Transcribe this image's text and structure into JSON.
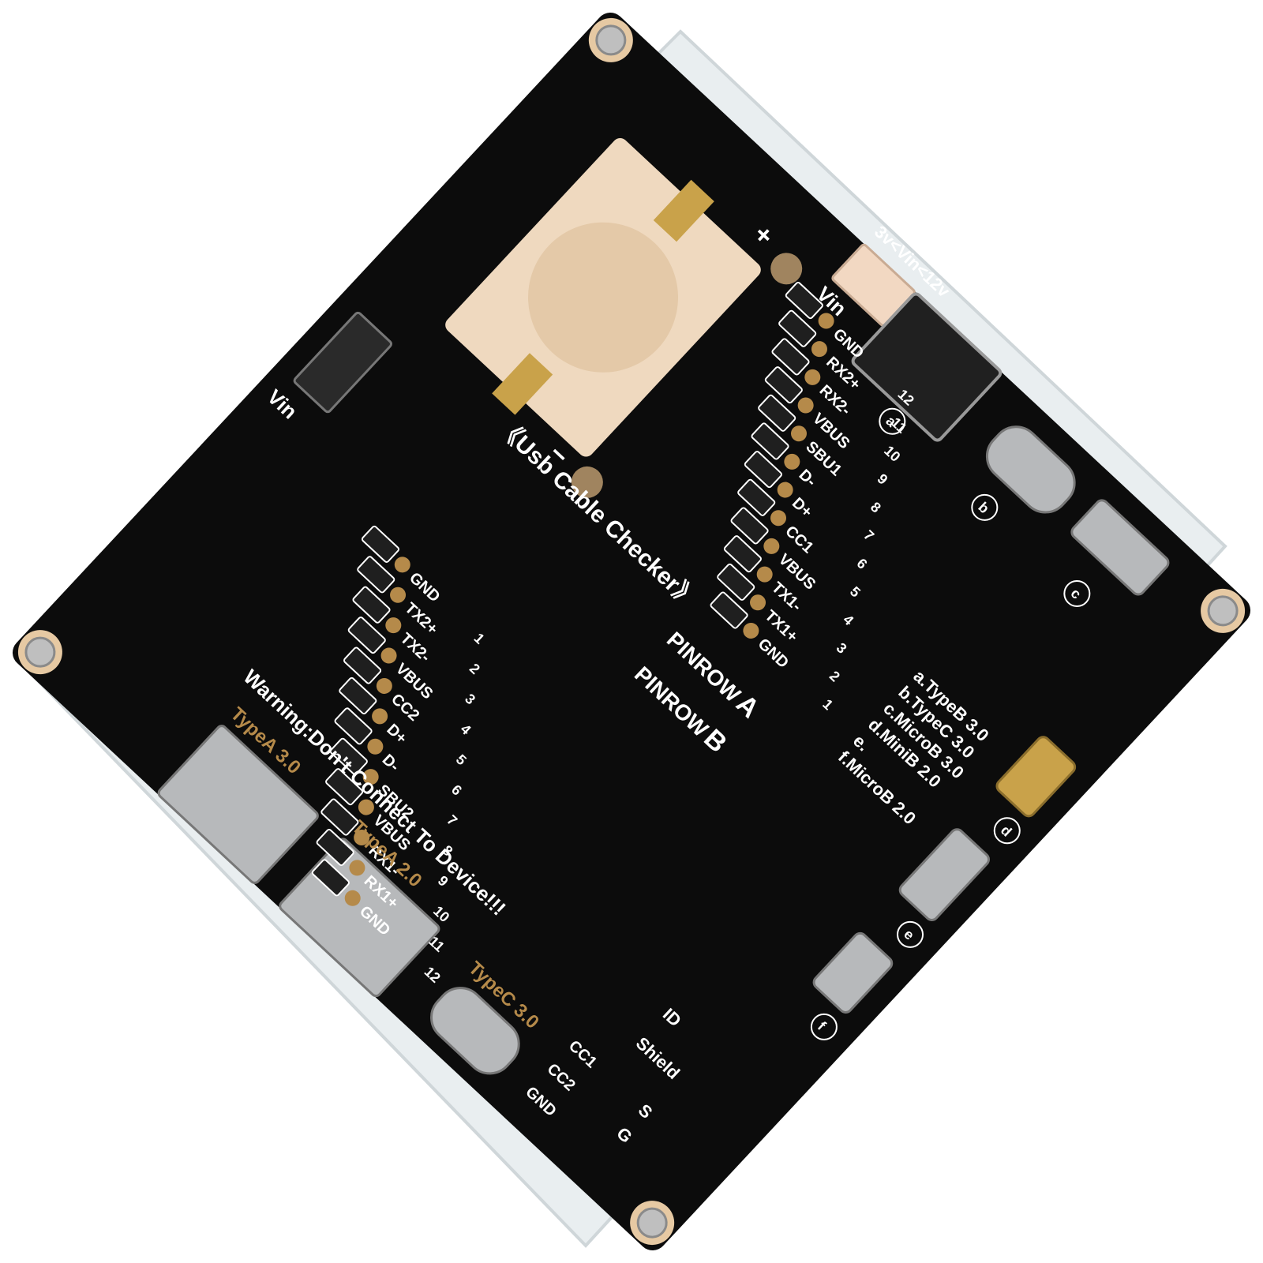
{
  "board": {
    "colors": {
      "pcb": "#0c0c0c",
      "silk": "#ffffff",
      "gold": "#c9a24a",
      "acrylic": "#e9eef0",
      "silver": "#b7b9bb",
      "holder": "#efd9bf"
    },
    "title": "《Usb Cable Checker》",
    "vin_range": "3v<Vin<12v",
    "vin_top": "Vin",
    "vin_switch": "Vin",
    "plus": "+",
    "minus": "−",
    "warning": "Warning:Don't Connect To Device!!!",
    "pinrow_a": {
      "label": "PINROW",
      "letter": "A"
    },
    "pinrow_b": {
      "label": "PINROW",
      "letter": "B"
    },
    "pins_a": [
      {
        "num": "1",
        "name": "GND"
      },
      {
        "num": "2",
        "name": "TX1+"
      },
      {
        "num": "3",
        "name": "TX1-"
      },
      {
        "num": "4",
        "name": "VBUS"
      },
      {
        "num": "5",
        "name": "CC1"
      },
      {
        "num": "6",
        "name": "D+"
      },
      {
        "num": "7",
        "name": "D-"
      },
      {
        "num": "8",
        "name": "SBU1"
      },
      {
        "num": "9",
        "name": "VBUS"
      },
      {
        "num": "10",
        "name": "RX2-"
      },
      {
        "num": "11",
        "name": "RX2+"
      },
      {
        "num": "12",
        "name": "GND"
      }
    ],
    "pins_b": [
      {
        "num": "1",
        "name": "GND"
      },
      {
        "num": "2",
        "name": "TX2+"
      },
      {
        "num": "3",
        "name": "TX2-"
      },
      {
        "num": "4",
        "name": "VBUS"
      },
      {
        "num": "5",
        "name": "CC2"
      },
      {
        "num": "6",
        "name": "D+"
      },
      {
        "num": "7",
        "name": "D-"
      },
      {
        "num": "8",
        "name": "SBU2"
      },
      {
        "num": "9",
        "name": "VBUS"
      },
      {
        "num": "10",
        "name": "RX1-"
      },
      {
        "num": "11",
        "name": "RX1+"
      },
      {
        "num": "12",
        "name": "GND"
      }
    ],
    "extra_pins": {
      "id": "ID",
      "shield": "Shield"
    },
    "legend": [
      "a.TypeB 3.0",
      "b.TypeC 3.0",
      "c.MicroB 3.0",
      "d.MiniB 2.0",
      "e.",
      "f.MicroB 2.0"
    ],
    "port_letters": [
      "a",
      "b",
      "c",
      "d",
      "e",
      "f"
    ],
    "port_labels": {
      "typea3": "TypeA 3.0",
      "typea2": "TypeA 2.0",
      "typec3": "TypeC 3.0"
    },
    "cc_pads": {
      "cc1": "CC1",
      "cc2": "CC2",
      "gnd": "GND"
    },
    "sg": {
      "s": "S",
      "g": "G"
    }
  }
}
